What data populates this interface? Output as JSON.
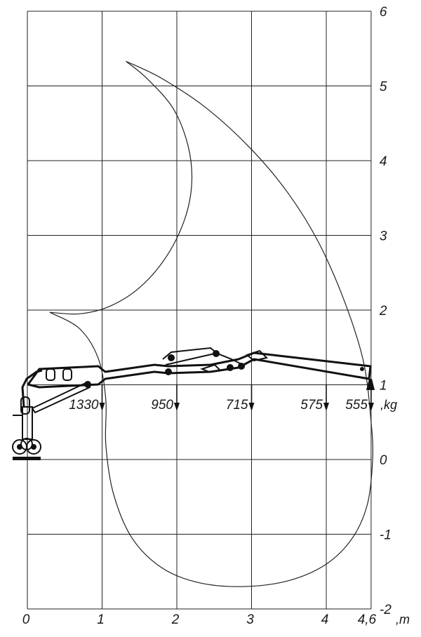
{
  "chart_data": {
    "type": "diagram",
    "x_ticks": [
      "0",
      "1",
      "2",
      "3",
      "4",
      "4,6"
    ],
    "x_tick_values": [
      0,
      1,
      2,
      3,
      4,
      4.6
    ],
    "x_unit": ",m",
    "y_ticks": [
      "6",
      "5",
      "4",
      "3",
      "2",
      "1",
      "0",
      "-1",
      "-2"
    ],
    "y_tick_values": [
      6,
      5,
      4,
      3,
      2,
      1,
      0,
      -1,
      -2
    ],
    "y_grid_values": [
      6,
      5,
      4,
      3,
      2,
      1,
      0,
      -1,
      -2
    ],
    "x_grid_values": [
      0,
      1,
      2,
      3,
      4,
      4.6
    ],
    "xlim": [
      0,
      4.6
    ],
    "ylim": [
      -2,
      6
    ],
    "loads": [
      {
        "x": 1.0,
        "value": "1330"
      },
      {
        "x": 2.0,
        "value": "950"
      },
      {
        "x": 3.0,
        "value": "715"
      },
      {
        "x": 4.0,
        "value": "575"
      },
      {
        "x": 4.6,
        "value": "555"
      }
    ],
    "load_unit": ",kg",
    "envelope": [
      [
        1.32,
        5.33
      ],
      [
        1.8,
        5.1
      ],
      [
        2.4,
        4.7
      ],
      [
        3.0,
        4.15
      ],
      [
        3.5,
        3.55
      ],
      [
        3.9,
        2.9
      ],
      [
        4.25,
        2.1
      ],
      [
        4.5,
        1.3
      ],
      [
        4.6,
        0.5
      ],
      [
        4.62,
        0.0
      ],
      [
        4.55,
        -0.6
      ],
      [
        4.35,
        -1.05
      ],
      [
        4.0,
        -1.4
      ],
      [
        3.5,
        -1.62
      ],
      [
        2.9,
        -1.7
      ],
      [
        2.3,
        -1.65
      ],
      [
        1.8,
        -1.45
      ],
      [
        1.4,
        -1.05
      ],
      [
        1.15,
        -0.45
      ],
      [
        1.05,
        0.2
      ],
      [
        1.05,
        0.8
      ],
      [
        0.95,
        1.35
      ],
      [
        0.7,
        1.75
      ],
      [
        0.3,
        1.97
      ]
    ],
    "inner_curve": [
      [
        0.3,
        1.97
      ],
      [
        0.7,
        1.95
      ],
      [
        1.1,
        2.05
      ],
      [
        1.5,
        2.3
      ],
      [
        1.85,
        2.7
      ],
      [
        2.1,
        3.2
      ],
      [
        2.2,
        3.7
      ],
      [
        2.15,
        4.2
      ],
      [
        1.95,
        4.7
      ],
      [
        1.6,
        5.1
      ],
      [
        1.32,
        5.33
      ]
    ]
  }
}
